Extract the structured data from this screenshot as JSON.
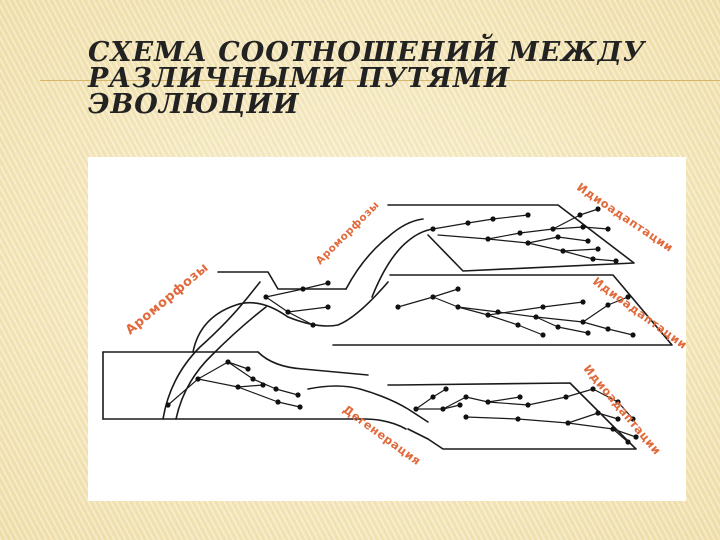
{
  "slide": {
    "title_lines": [
      "СХЕМА СООТНОШЕНИЙ МЕЖДУ",
      "РАЗЛИЧНЫМИ ПУТЯМИ",
      "ЭВОЛЮЦИИ"
    ]
  },
  "diagram": {
    "labels": {
      "aromorphoses_main": "Ароморфозы",
      "aromorphoses_upper": "Ароморфозы",
      "idioadaptations_top": "Идиоадаптации",
      "idioadaptations_middle": "Идиоадаптации",
      "idioadaptations_bottom": "Идиоадаптации",
      "degeneration": "Дегенерация"
    },
    "label_color": "#e06a3c"
  }
}
